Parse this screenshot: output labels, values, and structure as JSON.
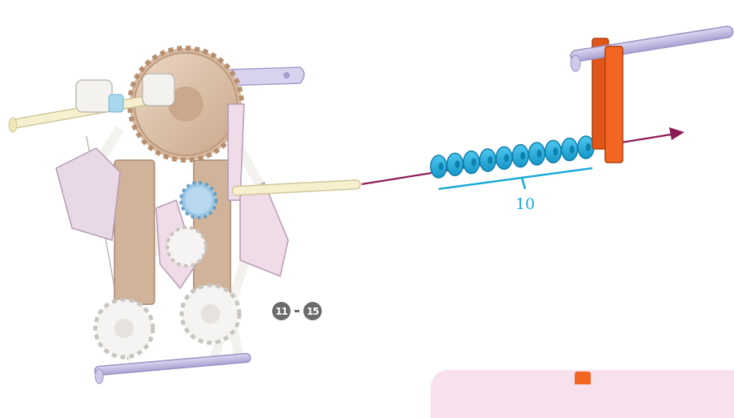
{
  "instruction": {
    "step_badges": {
      "first": "11",
      "separator": "-",
      "last": "15"
    },
    "spacer_count": "10"
  },
  "colors": {
    "accent": "#19a9d6",
    "rod_arrow": "#8a1a55",
    "gear_tan": "#dcc0a8",
    "connector_pink": "#f0dbe8",
    "orange_part": "#f26522",
    "lavender_rod": "#c2bde2",
    "badge_gray": "#6b6b6b"
  },
  "icons": {
    "arrow": "arrow-head-icon",
    "gear": "gear-icon"
  }
}
